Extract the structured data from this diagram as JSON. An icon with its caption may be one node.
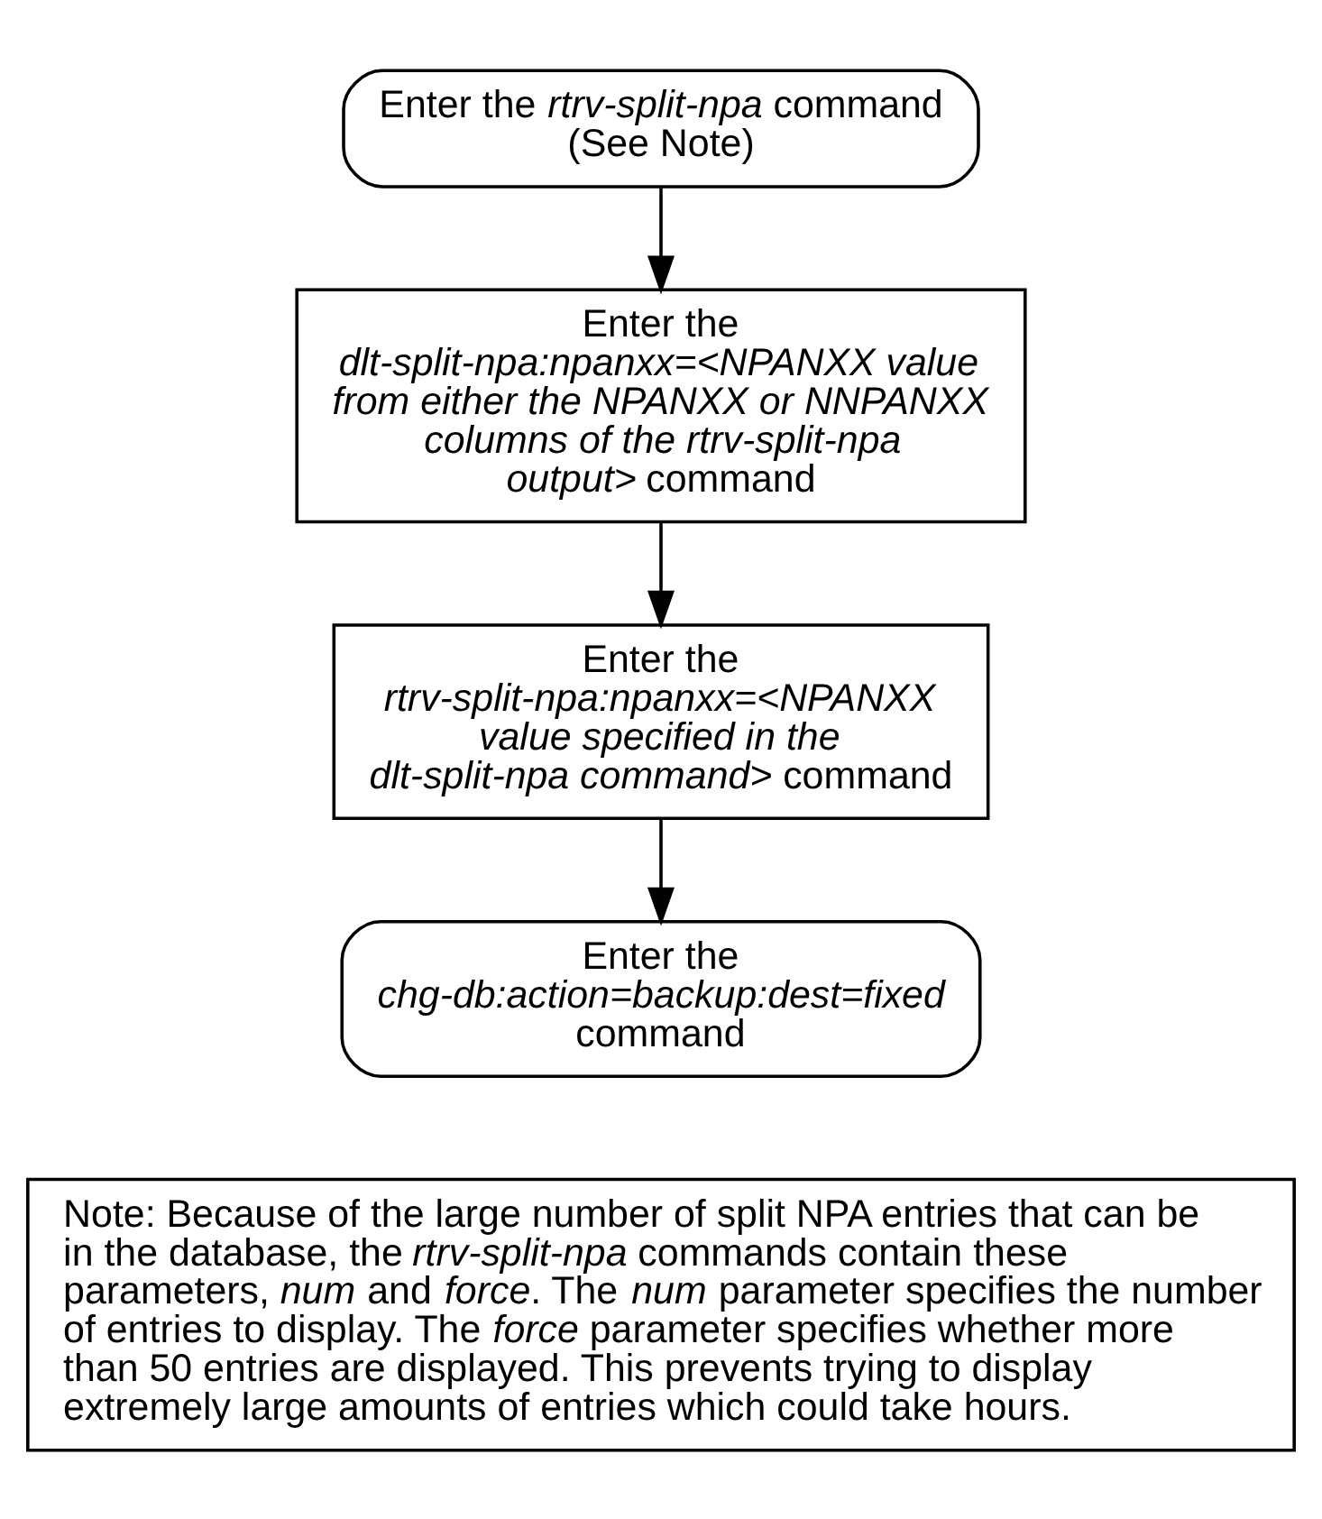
{
  "diagram": {
    "nodes": [
      {
        "text": [
          "Enter the *rtrv-split-npa* command (See Note)"
        ]
      },
      {
        "text": [
          "Enter the *dlt-split-npa:npanxx=<NPANXX value from either the NPANXX or NNPANXX columns of the rtrv-split-npa output>* command"
        ]
      },
      {
        "text": [
          "Enter the *rtrv-split-npa:npanxx=<NPANXX value specified in the dlt-split-npa command>* command"
        ]
      },
      {
        "text": [
          "Enter the *chg-db:action=backup:dest=fixed* command"
        ]
      },
      {
        "text": [
          "Note: Because of the large number of split NPA entries that can be in the database, the *rtrv-split-npa* commands contain these parameters, *num* and *force*. The *num* parameter specifies the number of entries to display. The *force* parameter specifies whether more than 50 entries are displayed. This prevents trying to display extremely large amounts of entries which could take hours."
        ]
      }
    ],
    "edges": [
      {
        "from": 0,
        "to": 1,
        "arrow": "to"
      },
      {
        "from": 1,
        "to": 2,
        "arrow": "to"
      },
      {
        "from": 2,
        "to": 3,
        "arrow": "to"
      }
    ]
  }
}
